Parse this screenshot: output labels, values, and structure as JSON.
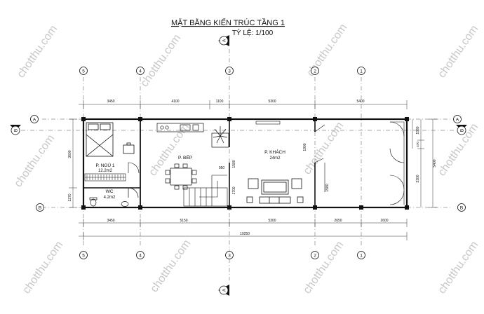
{
  "header": {
    "title": "MẶT BẰNG KIẾN TRÚC TẦNG 1",
    "scale": "TỶ LỆ: 1/100"
  },
  "grid_axes": {
    "columns": [
      "5",
      "4",
      "3",
      "2",
      "1"
    ],
    "rows": [
      "A",
      "B"
    ]
  },
  "section_marks": {
    "vertical": "A",
    "horizontal": "B"
  },
  "dimensions": {
    "top": [
      "3450",
      "4100",
      "1100",
      "5300",
      "5400"
    ],
    "bottom": [
      "3450",
      "5150",
      "5300",
      "2650",
      "2600"
    ],
    "total": "19250",
    "left": [
      "3600",
      "1270"
    ],
    "right_outer": "5400",
    "right_inner": [
      "1580",
      "3300"
    ],
    "right_small": "470",
    "stair_landing": "950",
    "stair_a": "1500",
    "stair_b": "1700",
    "living_door": "1900",
    "living_wall": "1580"
  },
  "rooms": [
    {
      "name": "P. NGỦ 1",
      "area": "12.2m2"
    },
    {
      "name": "P. BẾP",
      "area": ""
    },
    {
      "name": "WC",
      "area": "4.2m2"
    },
    {
      "name": "P. KHÁCH",
      "area": "24m2"
    }
  ],
  "watermark": "chotthu.com"
}
